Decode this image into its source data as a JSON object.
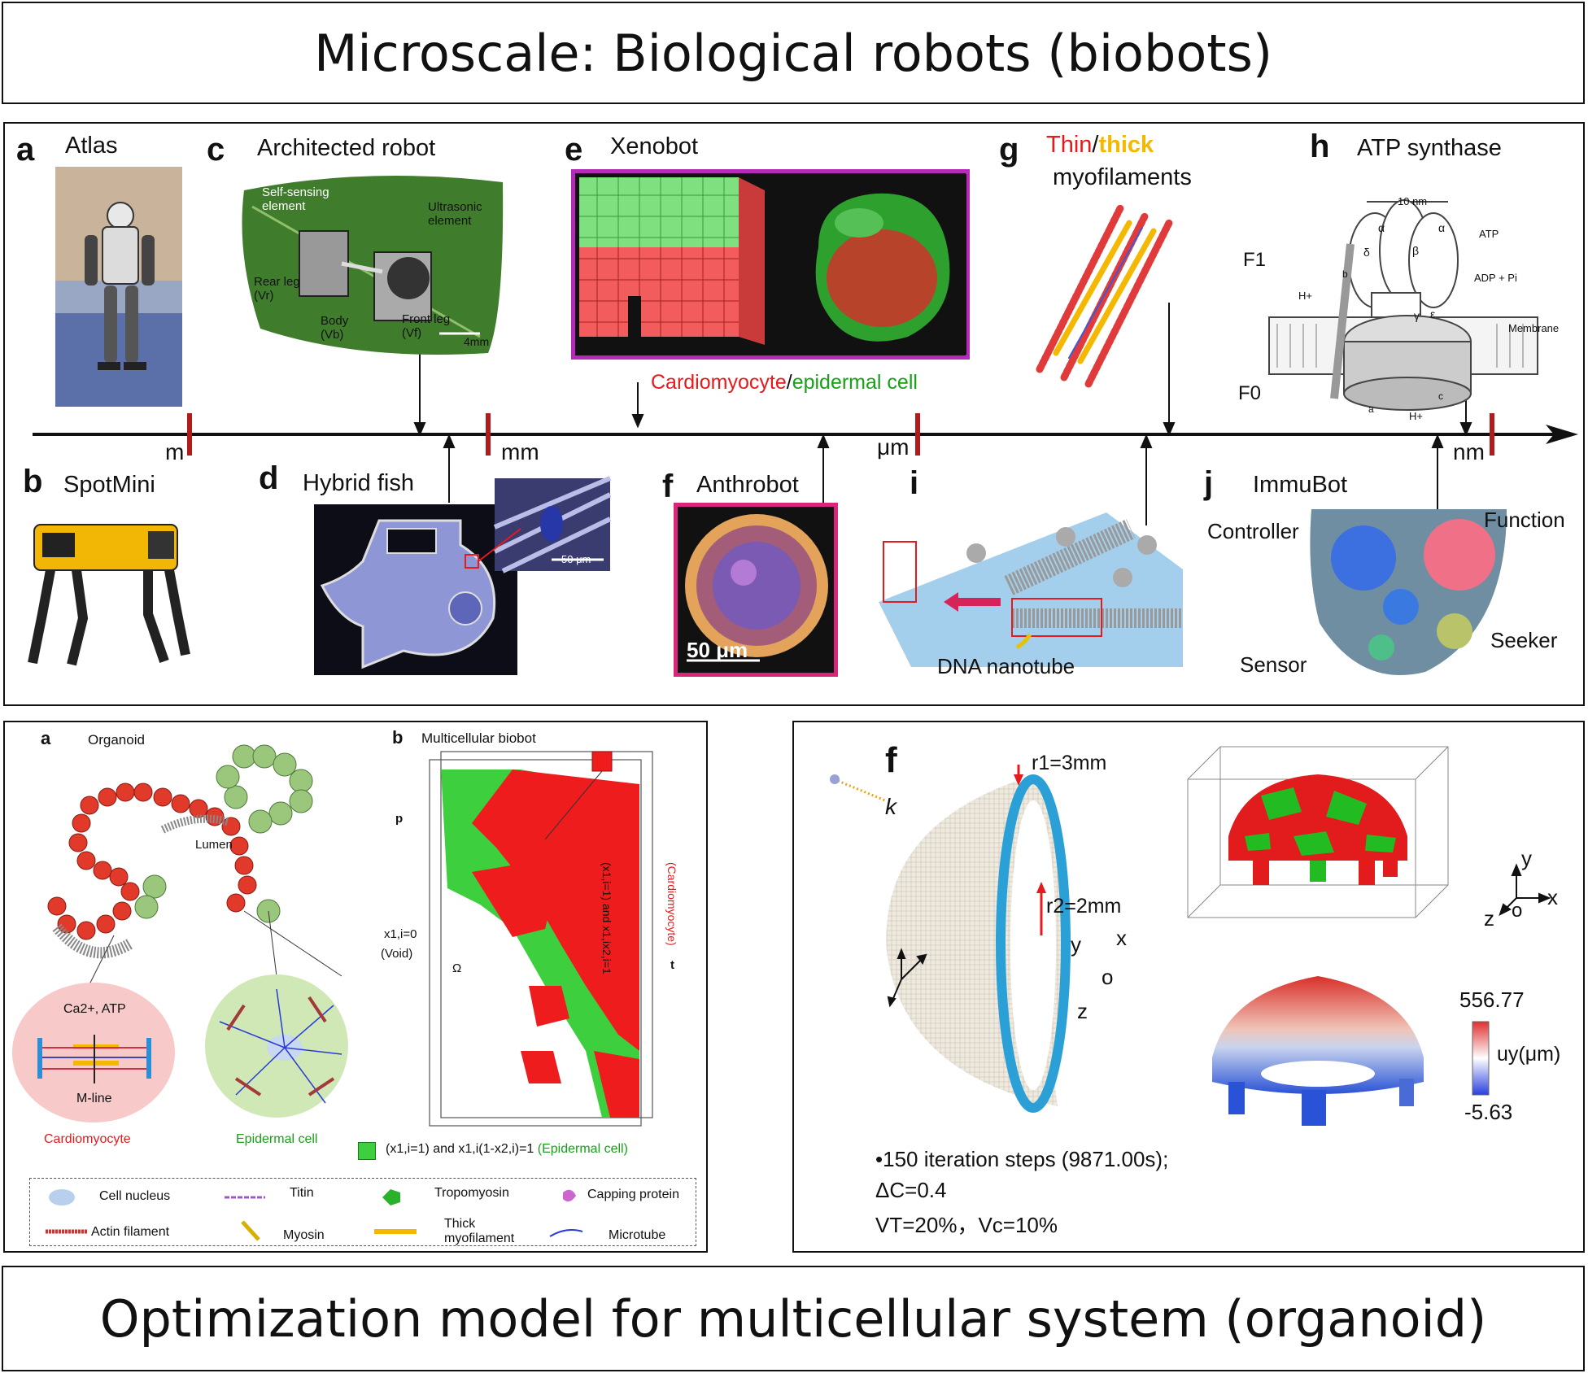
{
  "top_banner": "Microscale: Biological robots (biobots)",
  "bottom_banner": "Optimization model for multicellular system (organoid)",
  "scale_axis": {
    "units": [
      "m",
      "mm",
      "μm",
      "nm"
    ]
  },
  "top_panels": {
    "a": {
      "letter": "a",
      "title": "Atlas"
    },
    "b": {
      "letter": "b",
      "title": "SpotMini"
    },
    "c": {
      "letter": "c",
      "title": "Architected robot",
      "labels": [
        "Self-sensing element",
        "Ultrasonic element",
        "Rear leg (Vr)",
        "Body (Vb)",
        "Front leg (Vf)",
        "4mm"
      ]
    },
    "d": {
      "letter": "d",
      "title": "Hybrid fish",
      "scale": "50 μm"
    },
    "e": {
      "letter": "e",
      "title": "Xenobot",
      "caption_part1": "Cardiomyocyte",
      "caption_sep": "/",
      "caption_part2": "epidermal cell"
    },
    "f": {
      "letter": "f",
      "title": "Anthrobot",
      "scale": "50 μm"
    },
    "g": {
      "letter": "g",
      "title_part1": "Thin",
      "title_sep": "/",
      "title_part2": "thick",
      "title_line2": "myofilaments"
    },
    "h": {
      "letter": "h",
      "title": "ATP synthase",
      "labels": [
        "F1",
        "F0",
        "10 nm",
        "ATP",
        "ADP + Pi",
        "Membrane",
        "H+",
        "H+",
        "α",
        "α",
        "β",
        "δ",
        "γ",
        "ε",
        "a",
        "b",
        "c"
      ]
    },
    "i": {
      "letter": "i",
      "caption": "DNA nanotube"
    },
    "j": {
      "letter": "j",
      "title": "ImmuBot",
      "labels": [
        "Controller",
        "Function",
        "Seeker",
        "Sensor"
      ]
    }
  },
  "bottom_left": {
    "a": {
      "letter": "a",
      "title": "Organoid",
      "lumen": "Lumen",
      "ca_atp": "Ca2+, ATP",
      "mline": "M-line",
      "cardio": "Cardiomyocyte",
      "epidermal": "Epidermal cell"
    },
    "b": {
      "letter": "b",
      "title": "Multicellular biobot",
      "p": "p",
      "t": "t",
      "omega": "Ω",
      "void_line1": "x1,i=0",
      "void_line2": "(Void)",
      "right_text": "(x1,i=1) and x1,ix2,i=1",
      "right_text_red": "(Cardiomyocyte)",
      "green_text": "(x1,i=1) and x1,i(1-x2,i)=1",
      "green_text_paren": "(Epidermal cell)"
    },
    "legend": [
      "Cell nucleus",
      "Titin",
      "Tropomyosin",
      "Capping protein",
      "Actin filament",
      "Myosin",
      "Thick myofilament",
      "Microtube"
    ]
  },
  "bottom_right": {
    "letter": "f",
    "r1": "r1=3mm",
    "r2": "r2=2mm",
    "k": "k",
    "axes_small": [
      "x",
      "y",
      "o",
      "z"
    ],
    "axes_right": [
      "y",
      "x",
      "z",
      "o"
    ],
    "colorbar_max": "556.77",
    "colorbar_min": "-5.63",
    "colorbar_label": "uy(μm)",
    "info_line1": "•150 iteration steps (9871.00s);",
    "info_line2": "ΔC=0.4",
    "info_line3": "VT=20%，Vc=10%"
  },
  "colors": {
    "cardio_red": "#e41a1c",
    "epi_green": "#22c022",
    "thick_yellow": "#f5b800",
    "border": "#111111"
  }
}
